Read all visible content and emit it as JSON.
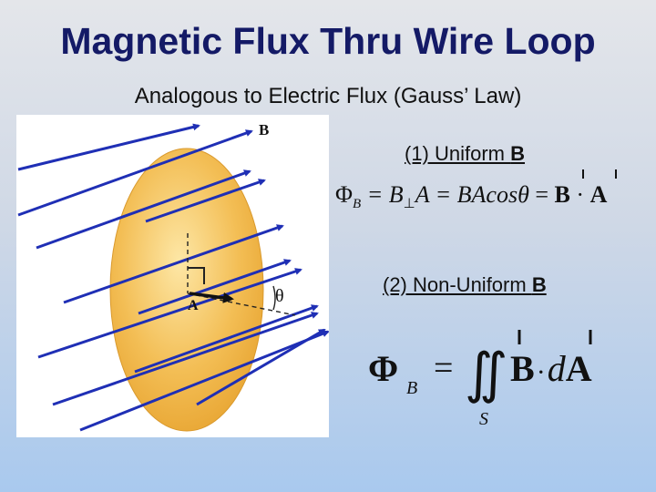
{
  "slide": {
    "title": "Magnetic Flux Thru Wire Loop",
    "subtitle": "Analogous to Electric Flux (Gauss’ Law)"
  },
  "figure": {
    "field_label": "B",
    "area_label": "A",
    "angle_label": "θ",
    "colors": {
      "loop": "#f1b848",
      "arrows": "#1f2fb5",
      "dashes": "#222222"
    }
  },
  "cases": {
    "uniform": {
      "label_prefix": "(1) Uniform ",
      "label_bold": "B",
      "equation": {
        "phi": "Φ",
        "sub": "B",
        "part1": " = B",
        "perp": "⊥",
        "part2": "A = BAcos",
        "theta": "θ",
        "part3": " = ",
        "vecB": "B",
        "dot": " · ",
        "vecA": "A"
      }
    },
    "nonuniform": {
      "label_prefix": "(2) Non-Uniform ",
      "label_bold": "B",
      "equation": {
        "phi": "Φ",
        "sub": "B",
        "equals": "=",
        "integral": "∬",
        "surface": "S",
        "vecB": "B",
        "dot": "·",
        "d": "d",
        "vecA": "A"
      }
    }
  }
}
